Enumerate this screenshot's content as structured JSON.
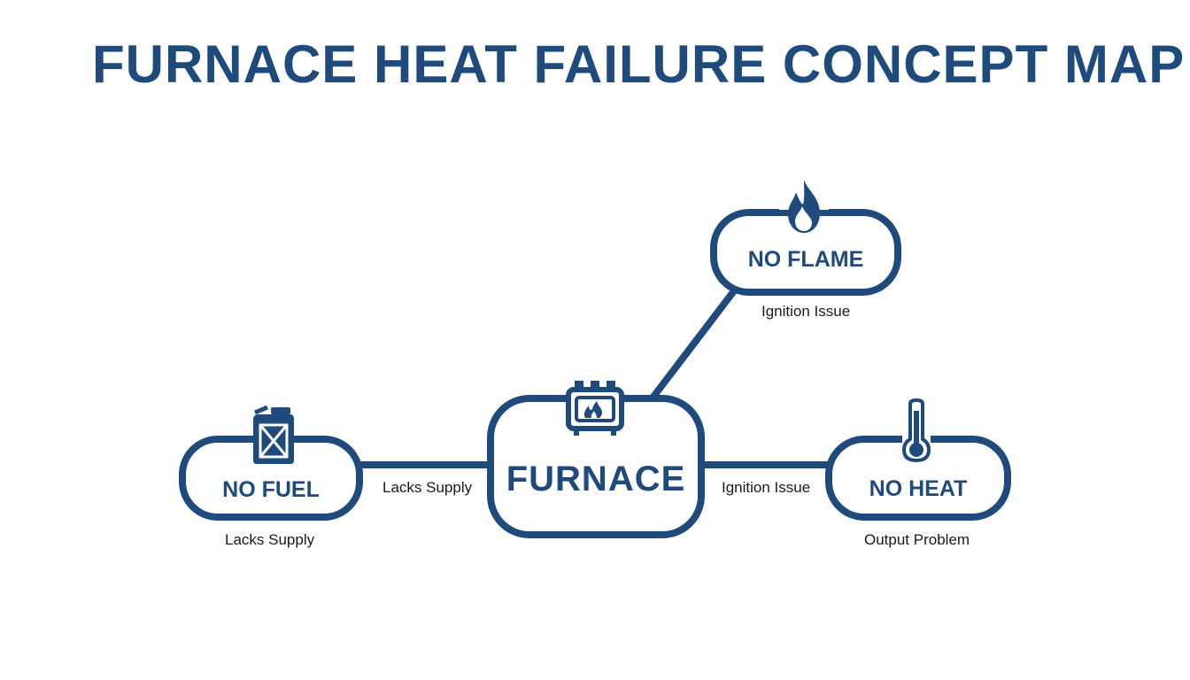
{
  "title": "FURNACE HEAT FAILURE CONCEPT MAP",
  "colors": {
    "primary": "#1e4a7c",
    "text": "#1a1a1a",
    "background": "#ffffff"
  },
  "nodes": {
    "furnace": {
      "label": "FURNACE",
      "icon": "furnace-icon"
    },
    "no_fuel": {
      "label": "NO FUEL",
      "caption": "Lacks Supply",
      "icon": "fuel-can-icon"
    },
    "no_flame": {
      "label": "NO FLAME",
      "caption": "Ignition Issue",
      "icon": "flame-icon"
    },
    "no_heat": {
      "label": "NO HEAT",
      "caption": "Output Problem",
      "icon": "thermometer-icon"
    }
  },
  "edges": [
    {
      "from": "no_fuel",
      "to": "furnace",
      "label": "Lacks Supply"
    },
    {
      "from": "furnace",
      "to": "no_heat",
      "label": "Ignition Issue"
    },
    {
      "from": "furnace",
      "to": "no_flame",
      "label": ""
    }
  ]
}
